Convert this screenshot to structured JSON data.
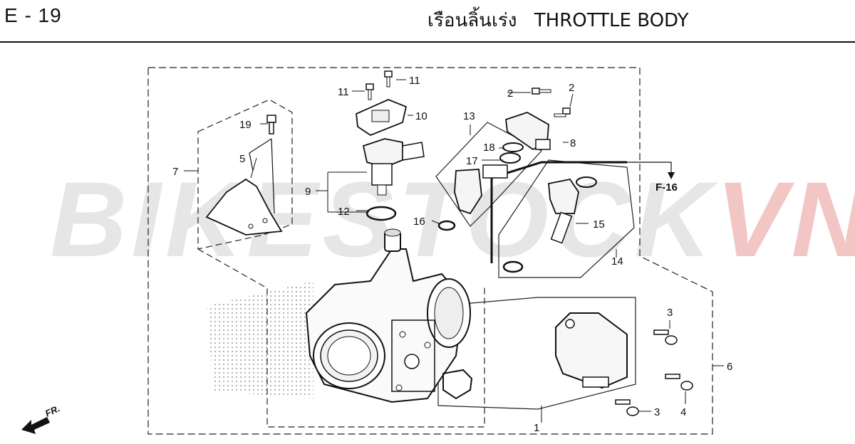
{
  "header": {
    "page_code": "E - 19",
    "title_thai": "เรือนลิ้นเร่ง",
    "title_en": "THROTTLE BODY"
  },
  "watermark": {
    "part1": "BIKESTOCK",
    "part2": "VN",
    "color1": "#e6e6e6",
    "color2": "#f3c6c6"
  },
  "reference": "F-16",
  "direction": "FR.",
  "callouts": [
    "1",
    "2",
    "2",
    "3",
    "3",
    "4",
    "5",
    "6",
    "7",
    "8",
    "9",
    "10",
    "11",
    "11",
    "12",
    "13",
    "14",
    "15",
    "16",
    "17",
    "18",
    "19"
  ]
}
